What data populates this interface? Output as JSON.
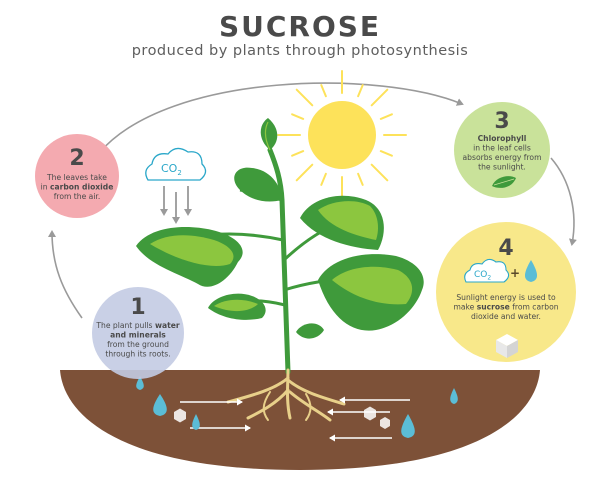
{
  "header": {
    "title": "SUCROSE",
    "subtitle": "produced by plants through photosynthesis"
  },
  "steps": [
    {
      "number": "1",
      "lines": [
        {
          "parts": [
            {
              "t": "The plant pulls ",
              "b": false
            },
            {
              "t": "water",
              "b": true
            }
          ]
        },
        {
          "parts": [
            {
              "t": "and minerals",
              "b": true
            }
          ]
        },
        {
          "parts": [
            {
              "t": "from the ground",
              "b": false
            }
          ]
        },
        {
          "parts": [
            {
              "t": "through its roots.",
              "b": false
            }
          ]
        }
      ],
      "color": "#c3cbe3"
    },
    {
      "number": "2",
      "lines": [
        {
          "parts": [
            {
              "t": "The leaves take",
              "b": false
            }
          ]
        },
        {
          "parts": [
            {
              "t": "in ",
              "b": false
            },
            {
              "t": "carbon dioxide",
              "b": true
            }
          ]
        },
        {
          "parts": [
            {
              "t": "from the air.",
              "b": false
            }
          ]
        }
      ],
      "color": "#f4aab0"
    },
    {
      "number": "3",
      "lines": [
        {
          "parts": [
            {
              "t": "Chlorophyll",
              "b": true
            }
          ]
        },
        {
          "parts": [
            {
              "t": "in the leaf cells",
              "b": false
            }
          ]
        },
        {
          "parts": [
            {
              "t": "absorbs energy from",
              "b": false
            }
          ]
        },
        {
          "parts": [
            {
              "t": "the sunlight.",
              "b": false
            }
          ]
        }
      ],
      "color": "#c9e29a"
    },
    {
      "number": "4",
      "lines": [
        {
          "parts": [
            {
              "t": "Sunlight energy is used to",
              "b": false
            }
          ]
        },
        {
          "parts": [
            {
              "t": "make ",
              "b": false
            },
            {
              "t": "sucrose",
              "b": true
            },
            {
              "t": " from carbon",
              "b": false
            }
          ]
        },
        {
          "parts": [
            {
              "t": "dioxide and water.",
              "b": false
            }
          ]
        }
      ],
      "color": "#f8e88a"
    }
  ],
  "labels": {
    "co2_main": "CO",
    "co2_sub": "2",
    "plus": "+"
  },
  "colors": {
    "soil": "#7d5138",
    "leaf_dark": "#3f9a3b",
    "leaf_light": "#8cc63f",
    "sun": "#fde25a",
    "water": "#5bbdd6",
    "root": "#e8d08a"
  },
  "icons": [
    "sun-icon",
    "cloud-icon",
    "leaf-icon",
    "water-drop-icon",
    "sugar-cube-icon",
    "arrow-icon"
  ]
}
